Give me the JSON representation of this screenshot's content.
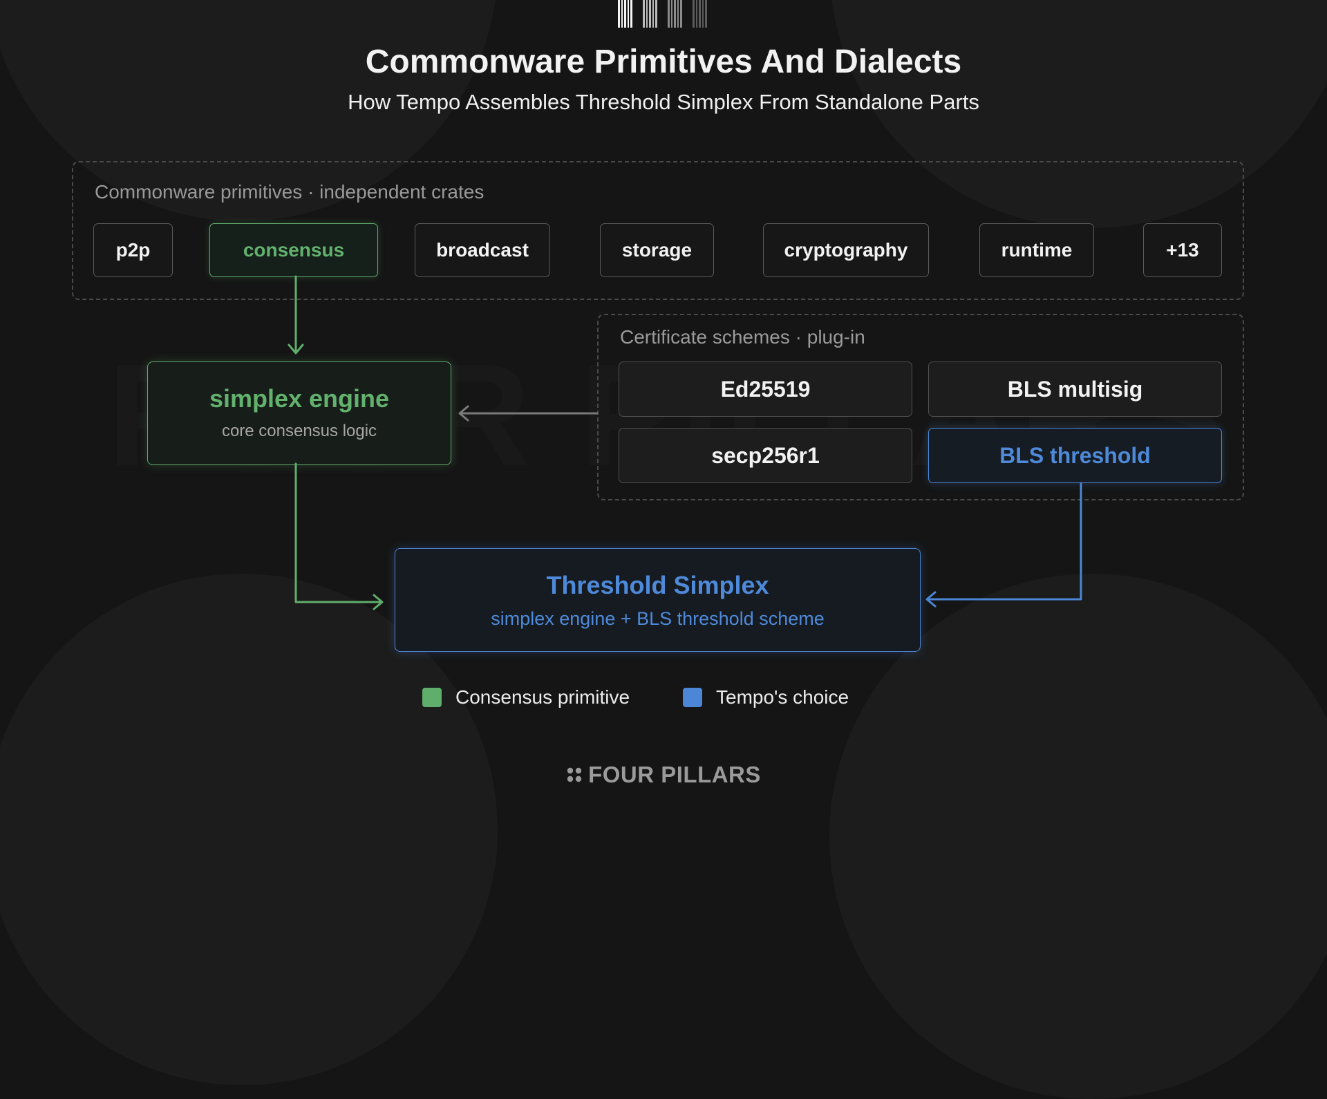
{
  "header": {
    "title": "Commonware Primitives And Dialects",
    "subtitle": "How Tempo Assembles Threshold Simplex From Standalone Parts"
  },
  "primitives_group": {
    "label": "Commonware primitives · independent crates",
    "items": [
      "p2p",
      "consensus",
      "broadcast",
      "storage",
      "cryptography",
      "runtime",
      "+13"
    ]
  },
  "schemes_group": {
    "label": "Certificate schemes · plug-in",
    "items": [
      "Ed25519",
      "BLS multisig",
      "secp256r1",
      "BLS threshold"
    ]
  },
  "engine": {
    "title": "simplex engine",
    "subtitle": "core consensus logic"
  },
  "result": {
    "title": "Threshold Simplex",
    "subtitle": "simplex engine + BLS threshold scheme"
  },
  "legend": [
    {
      "label": "Consensus primitive",
      "color": "#5fae6c"
    },
    {
      "label": "Tempo's choice",
      "color": "#4c86d6"
    }
  ],
  "colors": {
    "consensus_green": "#5fae6c",
    "tempo_blue": "#4c86d6",
    "neutral_arrow": "#7a7a7a"
  },
  "brand": {
    "watermark": "FOUR PILLARS",
    "logo_text": "FOUR PILLARS",
    "logo_icon": "four-dots-icon"
  }
}
